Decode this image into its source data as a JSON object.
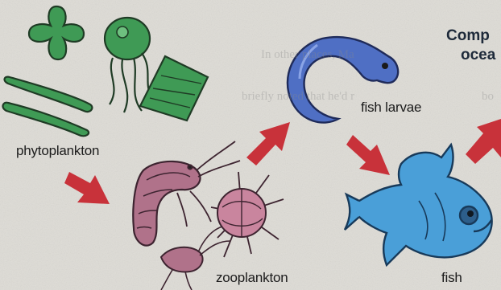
{
  "title_fragment": {
    "line1": "Comp",
    "line2": "ocea"
  },
  "bleed_text": {
    "line1": "In other places, Ma",
    "line2": "briefly noted that he'd r",
    "line3": "bo"
  },
  "organisms": {
    "phytoplankton": "phytoplankton",
    "zooplankton": "zooplankton",
    "fish_larvae": "fish larvae",
    "fish": "fish"
  },
  "colors": {
    "paper": "#dedcd6",
    "arrow": "#c8323a",
    "phyto_green": "#3f9a55",
    "larva_blue": "#4f6fc4",
    "fish_blue": "#4a9fd8",
    "shrimp": "#b0728a",
    "zoo_pink": "#c9859e"
  }
}
